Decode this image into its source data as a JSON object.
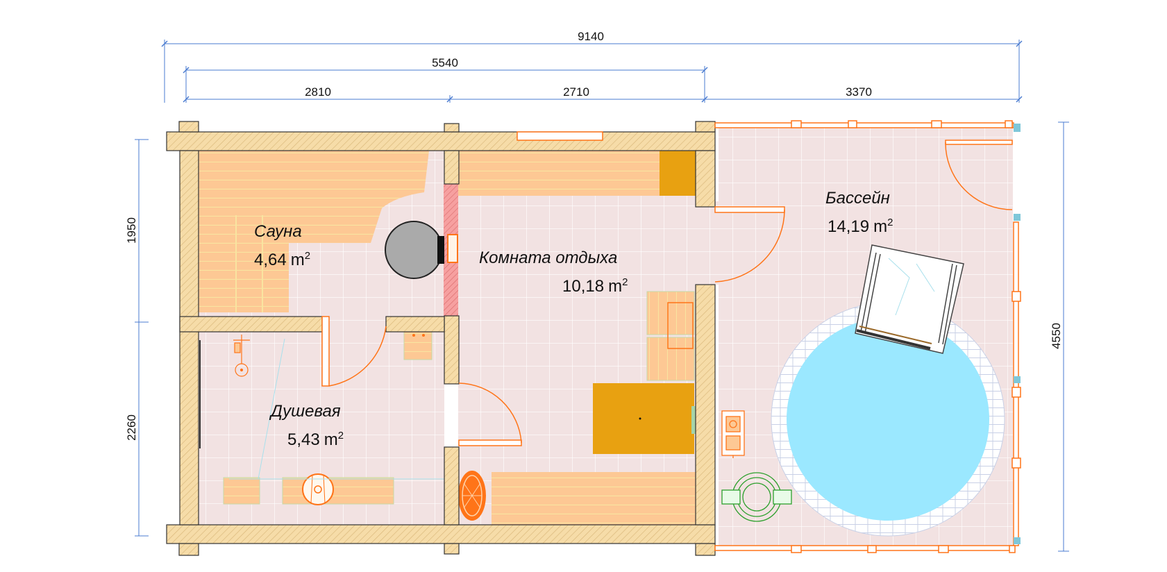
{
  "dimensions": {
    "total_width": "9140",
    "core_width": "5540",
    "sauna_width": "2810",
    "rest_width": "2710",
    "pool_width": "3370",
    "upper_depth": "1950",
    "lower_depth": "2260",
    "total_depth": "4550"
  },
  "rooms": {
    "sauna": {
      "name": "Сауна",
      "area": "4,64",
      "unit": "m",
      "sup": "2"
    },
    "rest": {
      "name": "Комната отдыха",
      "area": "10,18",
      "unit": "m",
      "sup": "2"
    },
    "shower": {
      "name": "Душевая",
      "area": "5,43",
      "unit": "m",
      "sup": "2"
    },
    "pool": {
      "name": "Бассейн",
      "area": "14,19",
      "unit": "m",
      "sup": "2"
    }
  },
  "colors": {
    "wall": "#f6dca8",
    "floor": "#f2e2e2",
    "grid": "#ffffff",
    "bench": "#fdc894",
    "furniture": "#e8a111",
    "water": "#9be8ff",
    "door": "#ff7418",
    "dim_line": "#4a7bd0",
    "stove_wall": "#f6a0a0"
  },
  "icons": {
    "stove": "round-stove-icon",
    "shower_head": "shower-head-icon",
    "toilet_bowl": "round-washbasin-icon",
    "lounger": "sun-lounger-icon",
    "pool_ladder": "pool-ladder-icon",
    "armchair": "armchair-icon",
    "table_set": "round-table-icon"
  }
}
